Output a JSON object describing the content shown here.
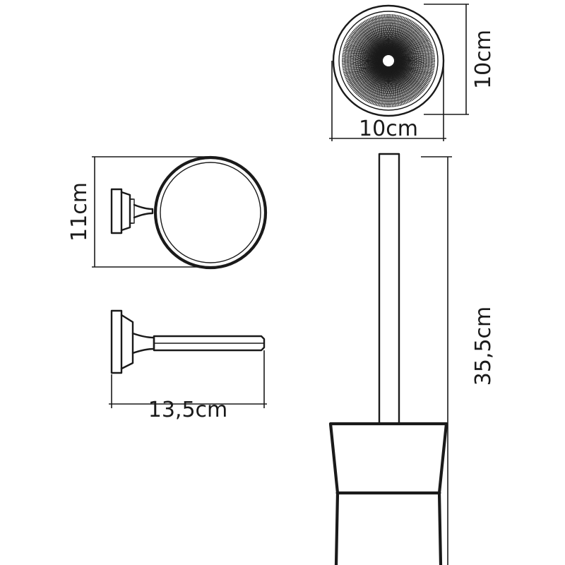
{
  "dimensions": {
    "holder_height": "11cm",
    "holder_depth": "13,5cm",
    "cup_diameter_width": "10cm",
    "cup_diameter_height": "10cm",
    "overall_height": "35,5cm"
  },
  "colors": {
    "line": "#1a1a1a",
    "background": "#ffffff"
  }
}
